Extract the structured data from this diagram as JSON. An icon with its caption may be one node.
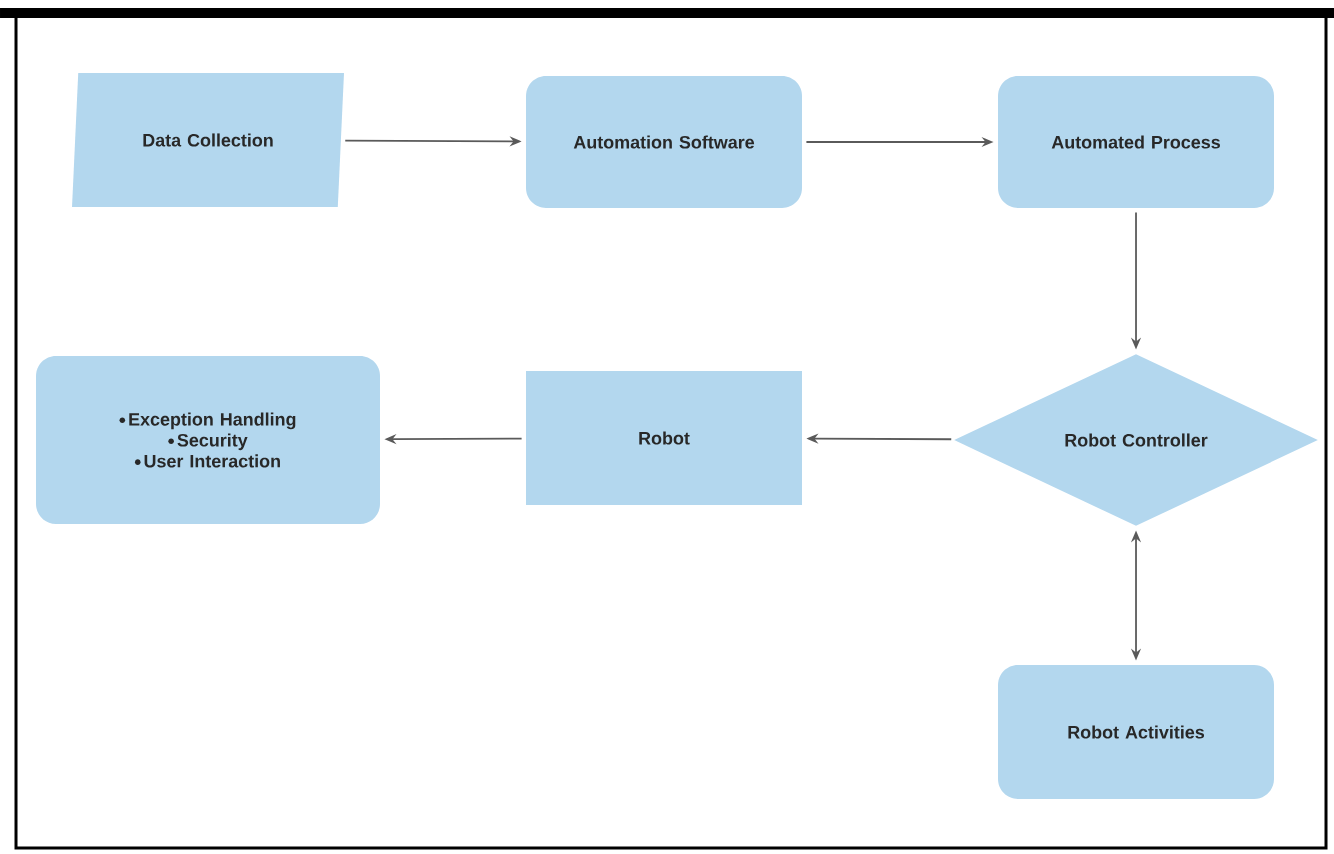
{
  "diagram": {
    "nodes": [
      {
        "text": [
          "Data Collection"
        ]
      },
      {
        "text": [
          "Automation Software"
        ]
      },
      {
        "text": [
          "Automated Process"
        ]
      },
      {
        "text": [
          "Robot Controller"
        ]
      },
      {
        "text": [
          "Robot"
        ]
      },
      {
        "text": [
          "Exception Handling",
          "Security",
          "User Interaction"
        ]
      },
      {
        "text": [
          "Robot Activities"
        ]
      }
    ],
    "edges": [
      {
        "from": 0,
        "to": 1,
        "arrow": "to"
      },
      {
        "from": 1,
        "to": 2,
        "arrow": "to"
      },
      {
        "from": 2,
        "to": 3,
        "arrow": "to"
      },
      {
        "from": 3,
        "to": 4,
        "arrow": "to"
      },
      {
        "from": 4,
        "to": 5,
        "arrow": "to"
      },
      {
        "from": 3,
        "to": 6,
        "arrow": "both"
      }
    ]
  }
}
